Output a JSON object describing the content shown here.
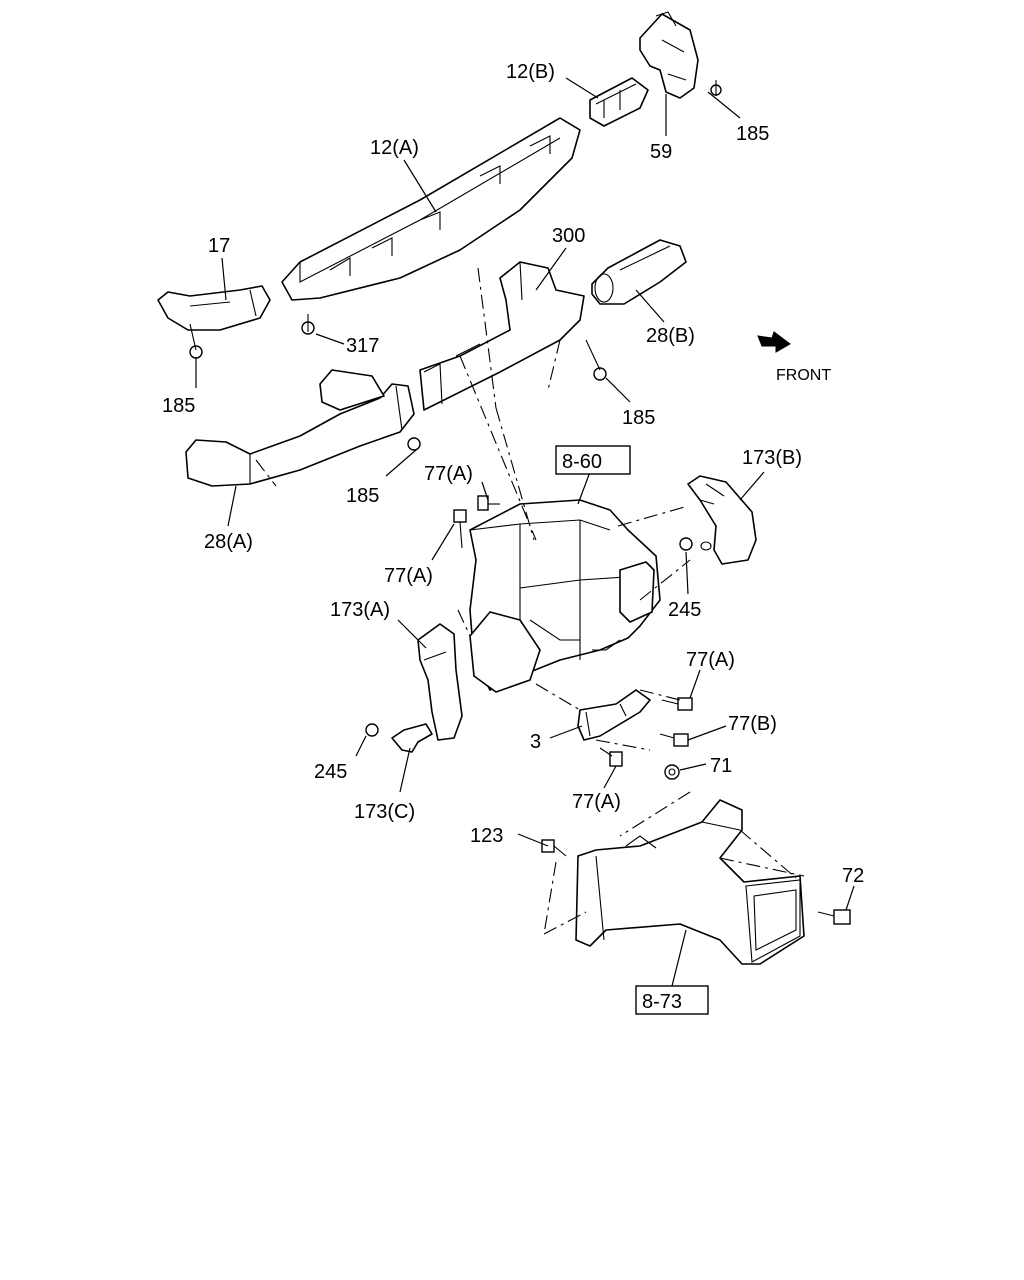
{
  "diagram": {
    "title": "",
    "callouts": {
      "c_12B": "12(B)",
      "c_185_top": "185",
      "c_59": "59",
      "c_12A": "12(A)",
      "c_17": "17",
      "c_300": "300",
      "c_317": "317",
      "c_28B": "28(B)",
      "c_185_left": "185",
      "c_front": "FRONT",
      "c_185_mid": "185",
      "c_185_center": "185",
      "c_77A_1": "77(A)",
      "c_8_60": "8-60",
      "c_173B": "173(B)",
      "c_28A": "28(A)",
      "c_77A_2": "77(A)",
      "c_245_right": "245",
      "c_173A": "173(A)",
      "c_77A_3": "77(A)",
      "c_77B": "77(B)",
      "c_3": "3",
      "c_245_left": "245",
      "c_71": "71",
      "c_173C": "173(C)",
      "c_77A_4": "77(A)",
      "c_123": "123",
      "c_72": "72",
      "c_8_73": "8-73"
    }
  }
}
